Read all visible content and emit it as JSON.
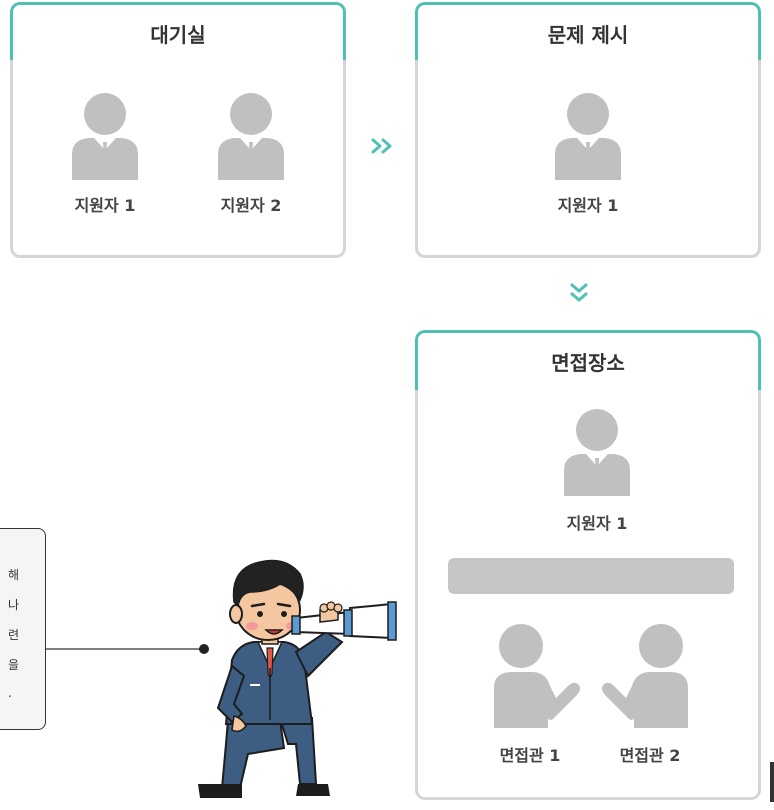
{
  "panels": {
    "waiting_room": {
      "title": "대기실",
      "people": [
        "지원자 1",
        "지원자 2"
      ]
    },
    "problem": {
      "title": "문제 제시",
      "people": [
        "지원자 1"
      ]
    },
    "interview": {
      "title": "면접장소",
      "candidate": "지원자 1",
      "interviewers": [
        "면접관 1",
        "면접관 2"
      ]
    }
  },
  "arrows": {
    "right": "»",
    "down": "⌄"
  },
  "note": {
    "lines": [
      "해",
      "나",
      "련",
      "을",
      "."
    ]
  },
  "colors": {
    "accent": "#4fc1b4",
    "border": "#d6d6d6",
    "figure": "#c0c0c0",
    "suit": "#3f5f84"
  }
}
